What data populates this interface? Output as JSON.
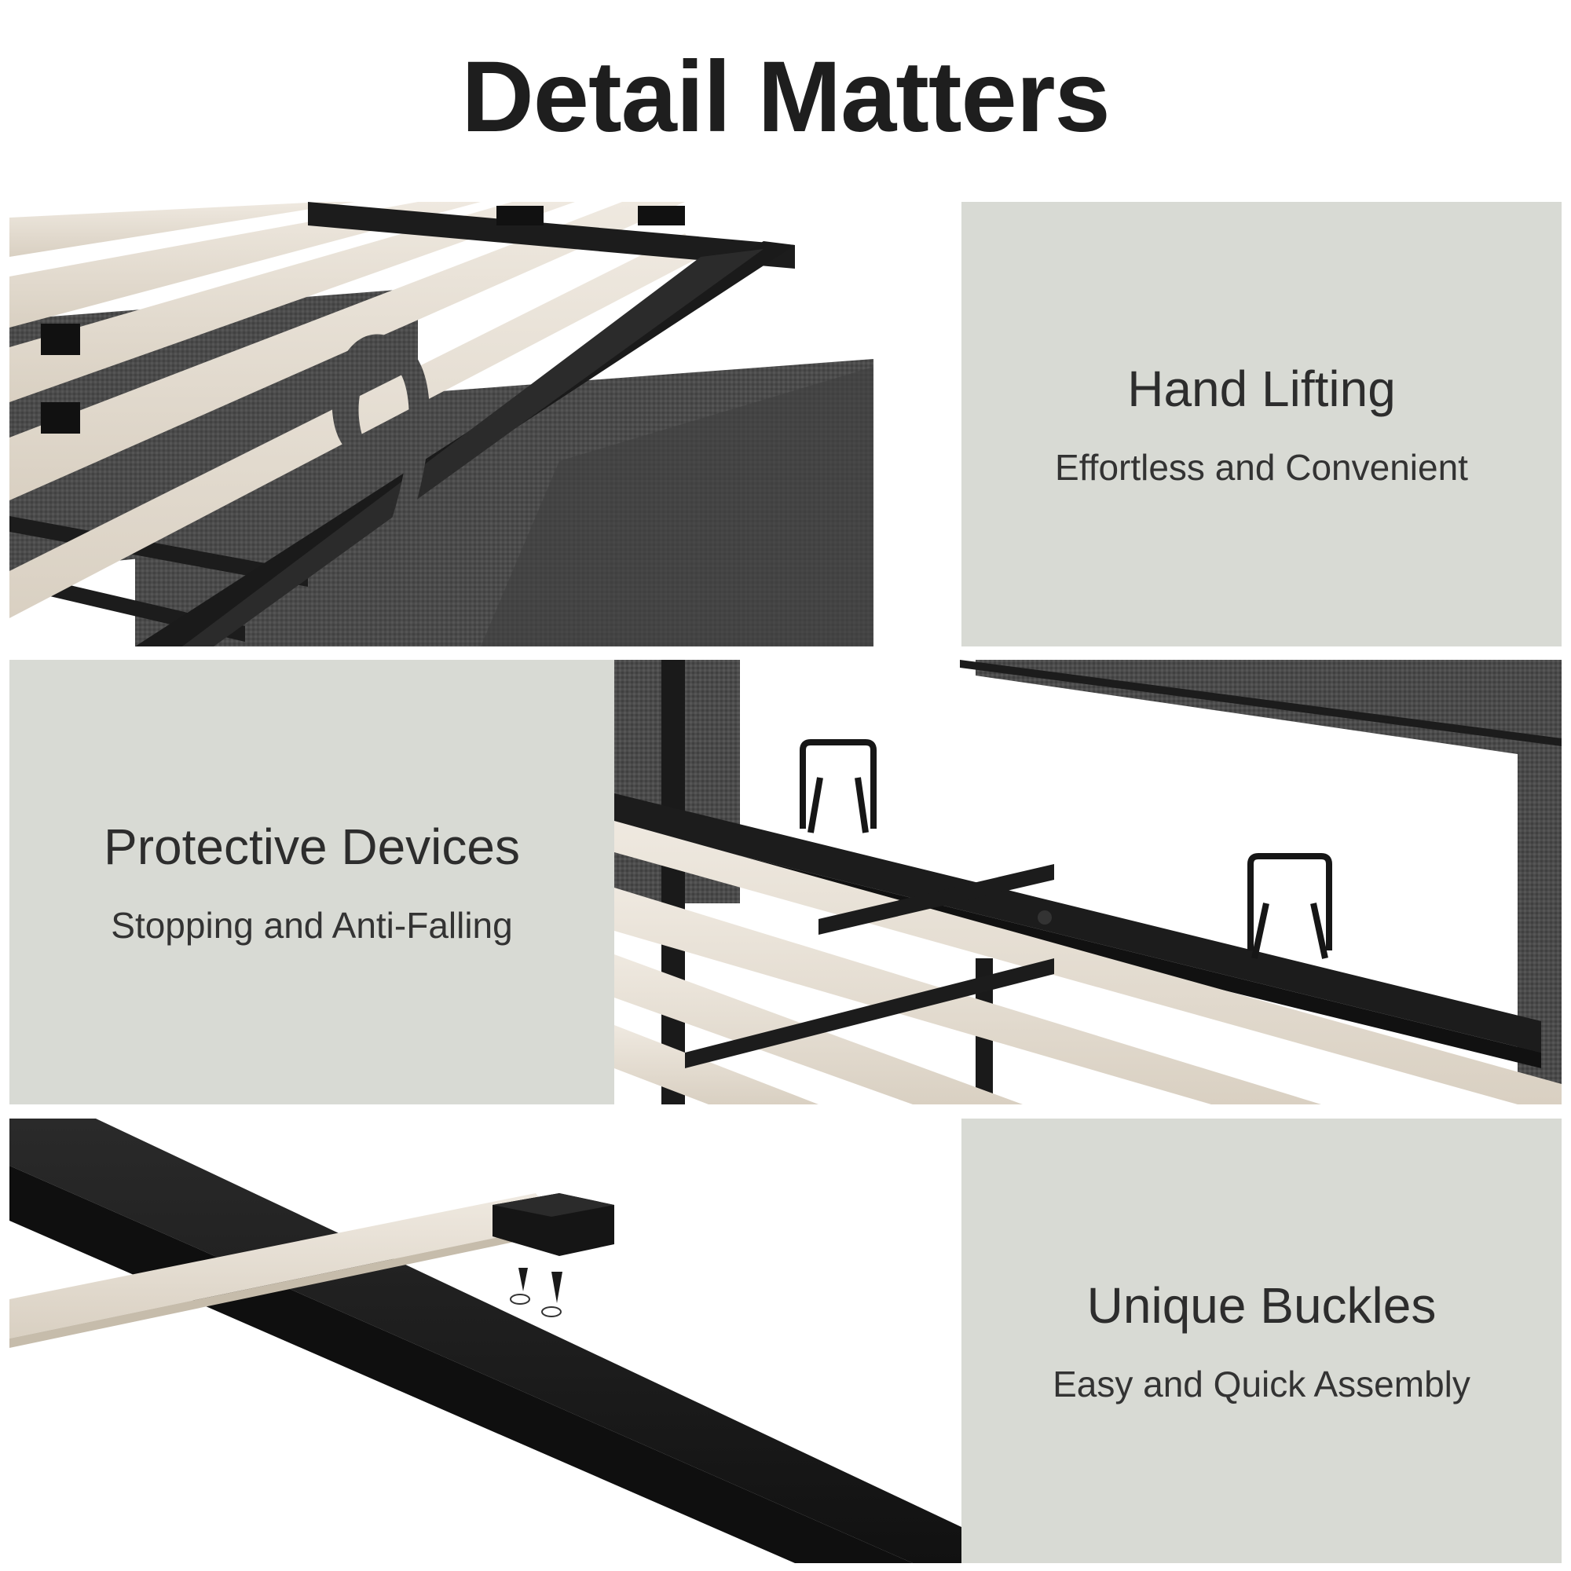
{
  "title": "Detail Matters",
  "features": [
    {
      "heading": "Hand Lifting",
      "subtitle": "Effortless and Convenient",
      "illustration_icon": "fabric-pull-strap-icon"
    },
    {
      "heading": "Protective Devices",
      "subtitle": "Stopping and Anti-Falling",
      "illustration_icon": "mattress-retainer-bar-icon"
    },
    {
      "heading": "Unique Buckles",
      "subtitle": "Easy and Quick Assembly",
      "illustration_icon": "slat-buckle-clip-icon"
    }
  ],
  "colors": {
    "panel_bg": "#d8dad4",
    "metal": "#1c1c1c",
    "wood_slat": "#e7e0d6",
    "fabric": "#4a4a4a",
    "title_text": "#1e1e1e"
  }
}
